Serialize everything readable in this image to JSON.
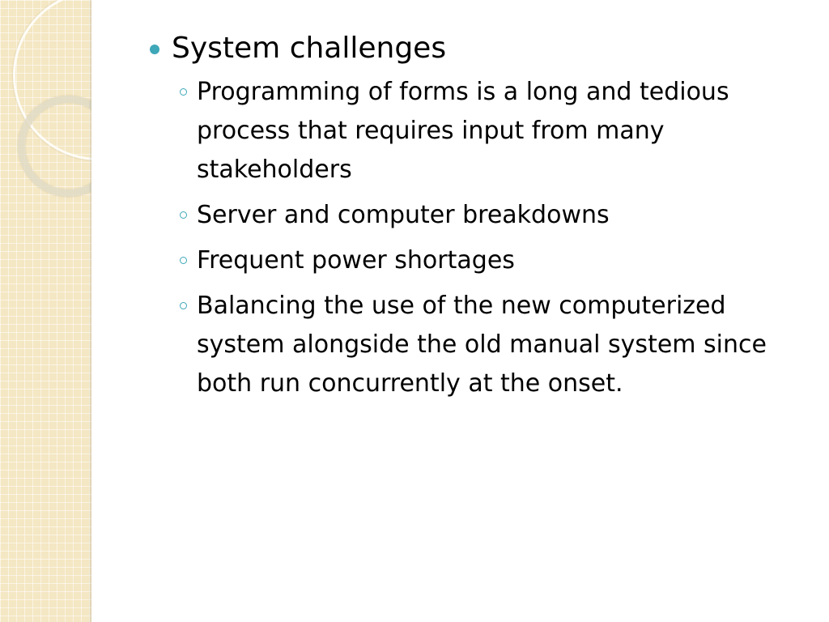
{
  "slide": {
    "accent_color": "#3ea7b8",
    "band_color": "#f4e7c3",
    "heading": "System challenges",
    "items": [
      "Programming  of forms is a long and tedious process that requires input from many stakeholders",
      "Server and computer breakdowns",
      "Frequent power shortages",
      "Balancing the use of the new computerized system alongside the old manual system since both run concurrently at the onset."
    ]
  }
}
